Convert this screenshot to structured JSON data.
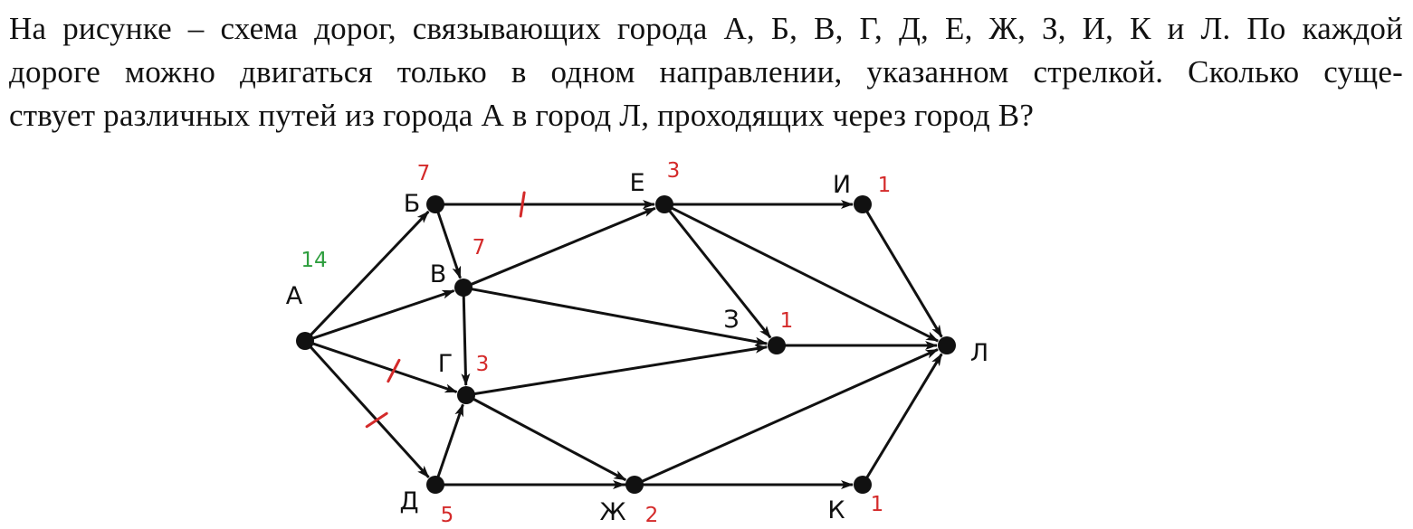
{
  "problem": {
    "lines": [
      "На рисунке – схема дорог, связывающих города А, Б, В, Г, Д, Е, Ж, З, И, К и Л. По каждой",
      "дороге можно двигаться только в одном направлении, указанном стрелкой. Сколько суще-",
      "ствует различных путей из города А в город Л, проходящих через город В?"
    ]
  },
  "graph": {
    "nodes": [
      {
        "id": "A",
        "label": "А"
      },
      {
        "id": "B",
        "label": "Б"
      },
      {
        "id": "V",
        "label": "В"
      },
      {
        "id": "G",
        "label": "Г"
      },
      {
        "id": "D",
        "label": "Д"
      },
      {
        "id": "E",
        "label": "Е"
      },
      {
        "id": "Zh",
        "label": "Ж"
      },
      {
        "id": "Z",
        "label": "З"
      },
      {
        "id": "I",
        "label": "И"
      },
      {
        "id": "K",
        "label": "К"
      },
      {
        "id": "L",
        "label": "Л"
      }
    ],
    "edges": [
      {
        "from": "A",
        "to": "B"
      },
      {
        "from": "A",
        "to": "V"
      },
      {
        "from": "A",
        "to": "G",
        "crossed": true
      },
      {
        "from": "A",
        "to": "D",
        "crossed": true
      },
      {
        "from": "B",
        "to": "V"
      },
      {
        "from": "B",
        "to": "E",
        "crossed": true
      },
      {
        "from": "V",
        "to": "E"
      },
      {
        "from": "V",
        "to": "G"
      },
      {
        "from": "V",
        "to": "Z"
      },
      {
        "from": "G",
        "to": "Z"
      },
      {
        "from": "G",
        "to": "Zh"
      },
      {
        "from": "D",
        "to": "G"
      },
      {
        "from": "D",
        "to": "Zh"
      },
      {
        "from": "D",
        "to": "K"
      },
      {
        "from": "E",
        "to": "I"
      },
      {
        "from": "E",
        "to": "Z"
      },
      {
        "from": "E",
        "to": "L"
      },
      {
        "from": "Z",
        "to": "L"
      },
      {
        "from": "I",
        "to": "L"
      },
      {
        "from": "Zh",
        "to": "L"
      },
      {
        "from": "K",
        "to": "L"
      }
    ],
    "counts": [
      {
        "node": "A",
        "value": "14",
        "color": "#2e9e3e"
      },
      {
        "node": "B",
        "value": "7",
        "color": "#d42a2a"
      },
      {
        "node": "V",
        "value": "7",
        "color": "#d42a2a"
      },
      {
        "node": "G",
        "value": "3",
        "color": "#d42a2a"
      },
      {
        "node": "D",
        "value": "5",
        "color": "#d42a2a"
      },
      {
        "node": "E",
        "value": "3",
        "color": "#d42a2a"
      },
      {
        "node": "Zh",
        "value": "2",
        "color": "#d42a2a"
      },
      {
        "node": "Z",
        "value": "1",
        "color": "#d42a2a"
      },
      {
        "node": "I",
        "value": "1",
        "color": "#d42a2a"
      },
      {
        "node": "K",
        "value": "1",
        "color": "#d42a2a"
      }
    ],
    "colors": {
      "edge": "#111111",
      "node": "#111111",
      "cross_mark": "#d42a2a"
    }
  }
}
